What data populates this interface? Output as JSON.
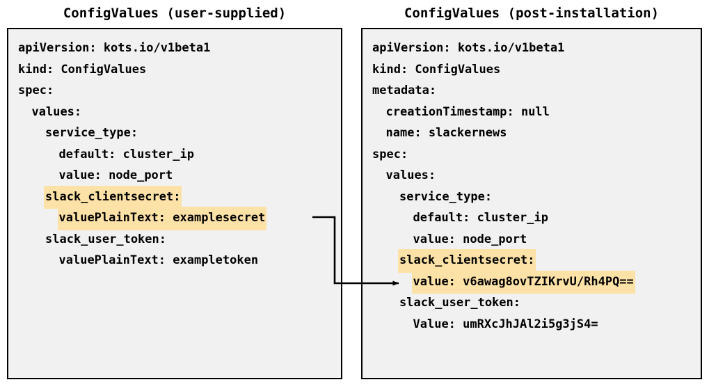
{
  "panels": [
    {
      "id": "user-supplied",
      "title": "ConfigValues (user-supplied)",
      "lines": [
        {
          "text": "apiVersion: kots.io/v1beta1",
          "indent": 0,
          "highlight": false
        },
        {
          "text": "kind: ConfigValues",
          "indent": 0,
          "highlight": false
        },
        {
          "text": "spec:",
          "indent": 0,
          "highlight": false
        },
        {
          "text": "values:",
          "indent": 1,
          "highlight": false
        },
        {
          "text": "service_type:",
          "indent": 2,
          "highlight": false
        },
        {
          "text": "default: cluster_ip",
          "indent": 3,
          "highlight": false
        },
        {
          "text": "value: node_port",
          "indent": 3,
          "highlight": false
        },
        {
          "text": "slack_clientsecret:",
          "indent": 2,
          "highlight": true
        },
        {
          "text": "valuePlainText: examplesecret",
          "indent": 3,
          "highlight": true
        },
        {
          "text": "slack_user_token:",
          "indent": 2,
          "highlight": false
        },
        {
          "text": "valuePlainText: exampletoken",
          "indent": 3,
          "highlight": false
        }
      ]
    },
    {
      "id": "post-installation",
      "title": "ConfigValues (post-installation)",
      "lines": [
        {
          "text": "apiVersion: kots.io/v1beta1",
          "indent": 0,
          "highlight": false
        },
        {
          "text": "kind: ConfigValues",
          "indent": 0,
          "highlight": false
        },
        {
          "text": "metadata:",
          "indent": 0,
          "highlight": false
        },
        {
          "text": "creationTimestamp: null",
          "indent": 1,
          "highlight": false
        },
        {
          "text": "name: slackernews",
          "indent": 1,
          "highlight": false
        },
        {
          "text": "spec:",
          "indent": 0,
          "highlight": false
        },
        {
          "text": "values:",
          "indent": 1,
          "highlight": false
        },
        {
          "text": "service_type:",
          "indent": 2,
          "highlight": false
        },
        {
          "text": "default: cluster_ip",
          "indent": 3,
          "highlight": false
        },
        {
          "text": "value: node_port",
          "indent": 3,
          "highlight": false
        },
        {
          "text": "slack_clientsecret:",
          "indent": 2,
          "highlight": true
        },
        {
          "text": "value: v6awag8ovTZIKrvU/Rh4PQ==",
          "indent": 3,
          "highlight": true
        },
        {
          "text": "slack_user_token:",
          "indent": 2,
          "highlight": false
        },
        {
          "text": "Value: umRXcJhJAl2i5g3jS4=",
          "indent": 3,
          "highlight": false
        }
      ]
    }
  ],
  "connector": {
    "name": "secret-transform-arrow",
    "from_label": "valuePlainText: examplesecret",
    "to_label": "value: v6awag8ovTZIKrvU/Rh4PQ==",
    "color": "#000000"
  },
  "colors": {
    "highlight": "#fde2a7",
    "box_background": "#f1f1f1",
    "box_border": "#000000",
    "text": "#000000",
    "page_background": "#ffffff"
  }
}
